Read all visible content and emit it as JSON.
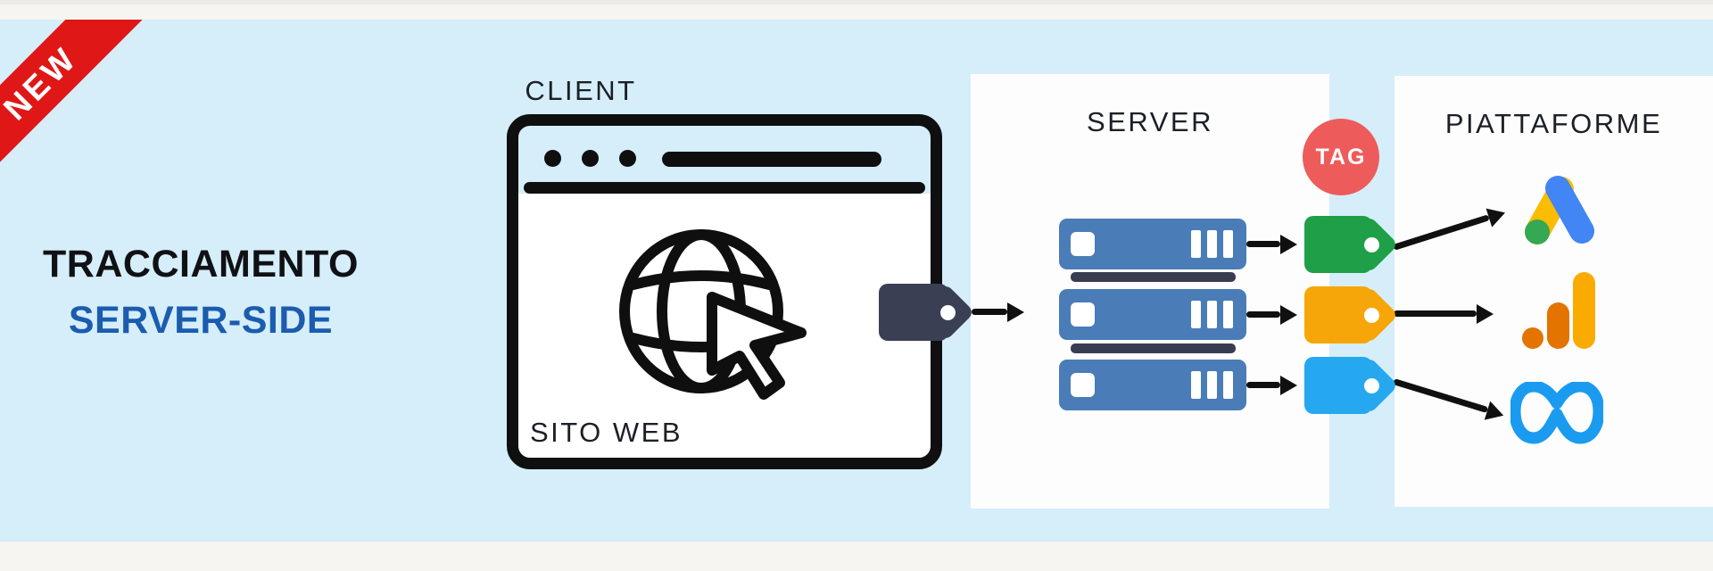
{
  "badge_new": "NEW",
  "title": {
    "line1": "TRACCIAMENTO",
    "line2": "SERVER-SIDE"
  },
  "client": {
    "heading": "CLIENT",
    "caption": "SITO WEB"
  },
  "server": {
    "heading": "SERVER",
    "rack_count": 3
  },
  "tag_badge": {
    "label": "TAG"
  },
  "platforms": {
    "heading": "PIATTAFORME",
    "items": [
      "google-ads",
      "google-analytics",
      "meta"
    ]
  },
  "colors": {
    "background_strip": "#f6f5f1",
    "stage_blue": "#d5eefa",
    "ribbon_red": "#e01717",
    "title_blue": "#1b5caf",
    "rack_blue": "#4a7cb8",
    "navy": "#3b3f54",
    "tag_green": "#1f9f47",
    "tag_orange": "#f7a609",
    "tag_sky": "#25a8ef",
    "tag_circle_red": "#ee5b5b",
    "google_ads": [
      "#fbbc04",
      "#4285f4",
      "#34a853"
    ],
    "google_analytics": [
      "#f9ab00",
      "#e37400"
    ],
    "meta_blue": "#1b9bf0"
  }
}
